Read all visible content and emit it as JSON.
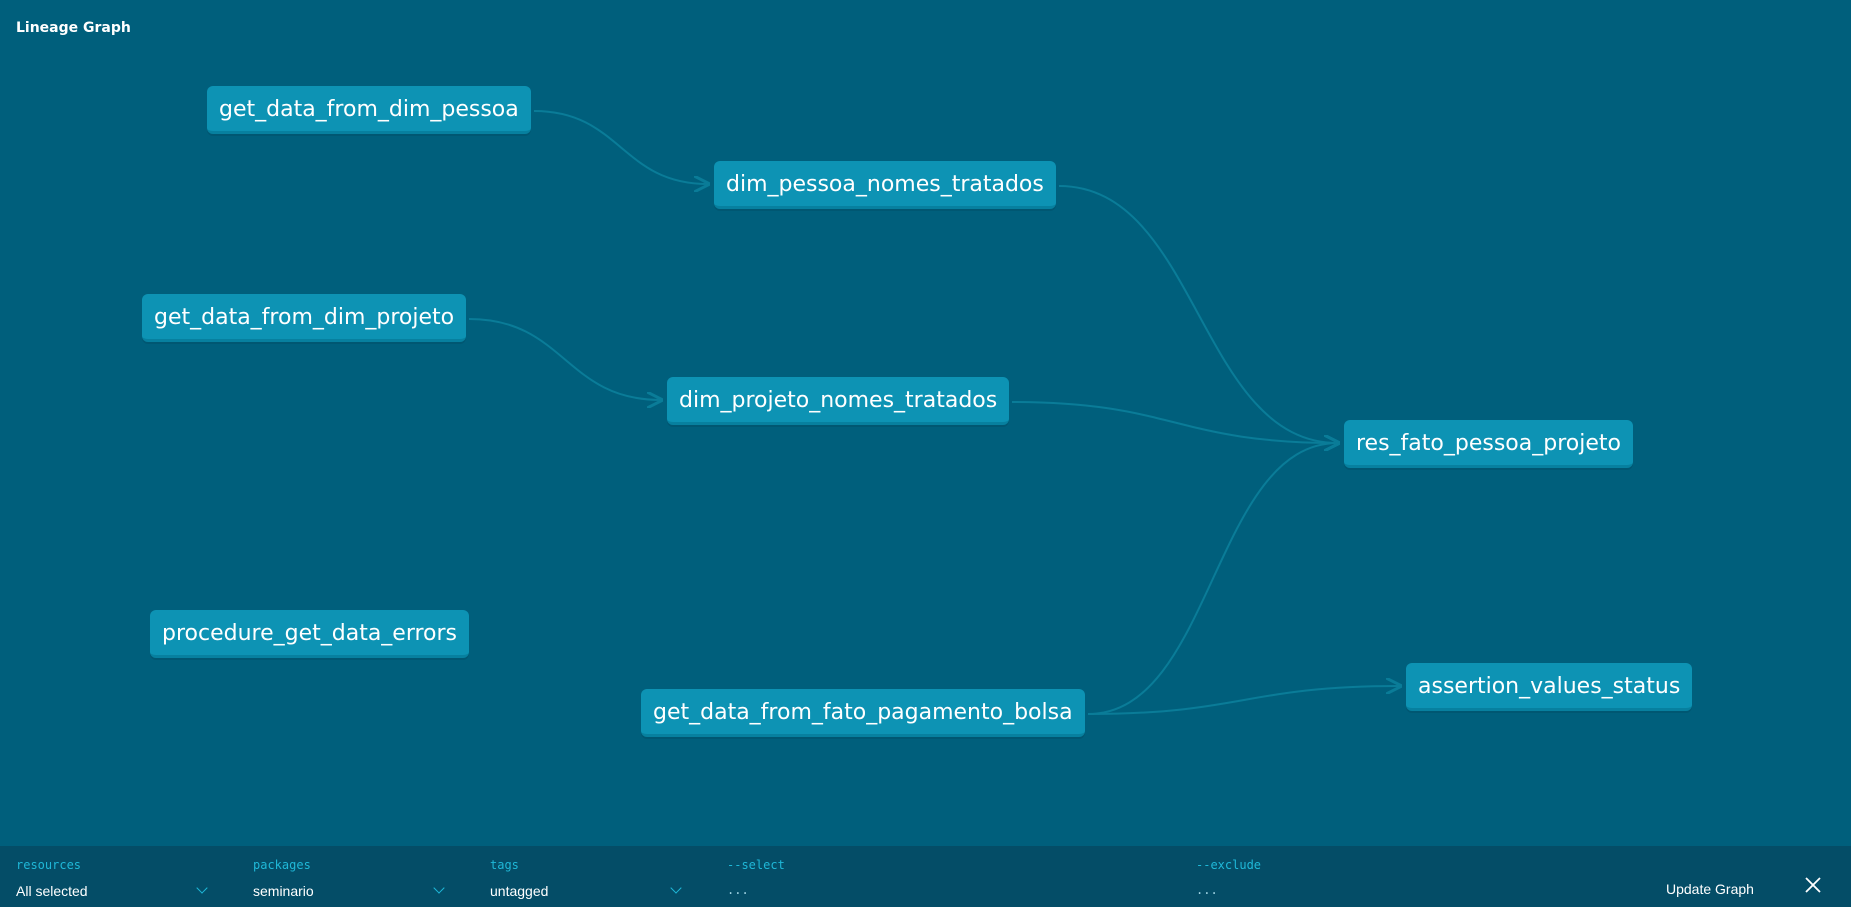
{
  "header": {
    "title": "Lineage Graph"
  },
  "graph": {
    "nodes": [
      {
        "id": "n1",
        "label": "get_data_from_dim_pessoa"
      },
      {
        "id": "n2",
        "label": "dim_pessoa_nomes_tratados"
      },
      {
        "id": "n3",
        "label": "get_data_from_dim_projeto"
      },
      {
        "id": "n4",
        "label": "dim_projeto_nomes_tratados"
      },
      {
        "id": "n5",
        "label": "res_fato_pessoa_projeto"
      },
      {
        "id": "n6",
        "label": "procedure_get_data_errors"
      },
      {
        "id": "n7",
        "label": "get_data_from_fato_pagamento_bolsa"
      },
      {
        "id": "n8",
        "label": "assertion_values_status"
      }
    ],
    "edges": [
      {
        "from": "n1",
        "to": "n2"
      },
      {
        "from": "n3",
        "to": "n4"
      },
      {
        "from": "n2",
        "to": "n5"
      },
      {
        "from": "n4",
        "to": "n5"
      },
      {
        "from": "n7",
        "to": "n5"
      },
      {
        "from": "n7",
        "to": "n8"
      }
    ],
    "colors": {
      "background": "#005f7c",
      "node": "#0d93b4",
      "edge": "#0a7c98"
    }
  },
  "toolbar": {
    "resources": {
      "label": "resources",
      "value": "All selected"
    },
    "packages": {
      "label": "packages",
      "value": "seminario"
    },
    "tags": {
      "label": "tags",
      "value": "untagged"
    },
    "select": {
      "label": "--select",
      "placeholder": "..."
    },
    "exclude": {
      "label": "--exclude",
      "placeholder": "..."
    },
    "update_label": "Update Graph",
    "close_icon": "close-icon"
  }
}
